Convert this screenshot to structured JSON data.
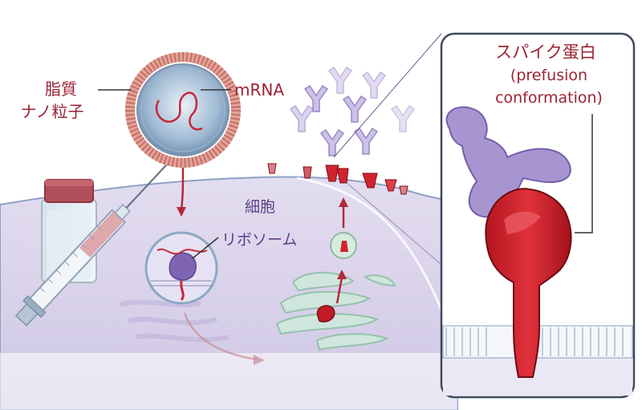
{
  "labels": {
    "lipid_line1": "脂質",
    "lipid_line2": "ナノ粒子",
    "mrna": "mRNA",
    "cell": "細胞",
    "ribosome": "リボソーム",
    "spike_title": "スパイク蛋白",
    "spike_sub1": "(prefusion",
    "spike_sub2": "conformation)"
  },
  "colors": {
    "label_red": "#9b2335",
    "label_purple": "#5d3f88",
    "cell_fill": "#d9d3ea",
    "spike_red": "#d1242f",
    "antibody_purple": "#a58fd0"
  }
}
